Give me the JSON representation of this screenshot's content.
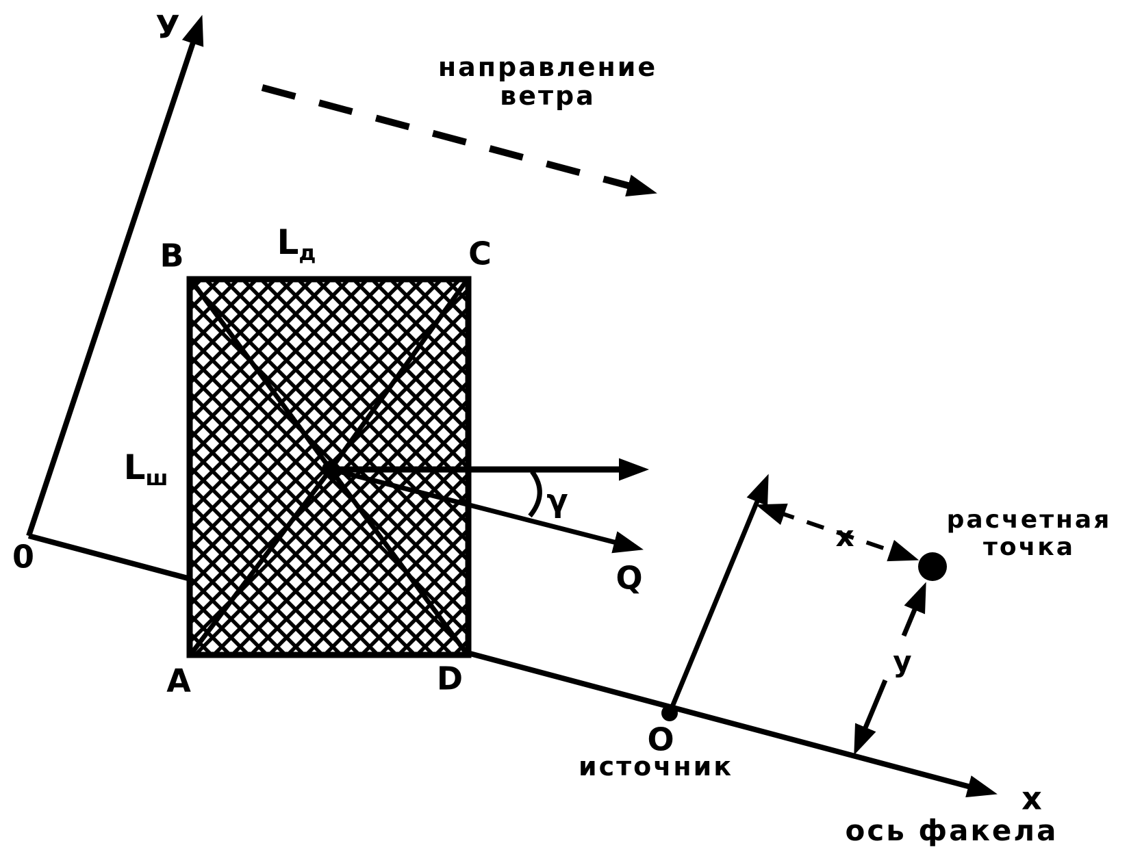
{
  "colors": {
    "ink": "#000000",
    "paper": "#ffffff"
  },
  "axes": {
    "y_axis_label": "У",
    "origin_label": "0",
    "plume_axis_label": "x",
    "plume_axis_caption": "ось факела"
  },
  "wind": {
    "line1": "направление",
    "line2": "ветра"
  },
  "building": {
    "corner_top_left": "B",
    "corner_top_right": "C",
    "corner_bottom_left": "A",
    "corner_bottom_right": "D",
    "length_symbol": "L",
    "length_subscript": "д",
    "width_symbol": "L",
    "width_subscript": "ш"
  },
  "angle": {
    "gamma_label": "γ",
    "q_label": "Q"
  },
  "source": {
    "point_label": "O",
    "caption": "источник"
  },
  "calc_point": {
    "line1": "расчетная",
    "line2": "точка",
    "x_dim_label": "x",
    "y_dim_label": "y"
  }
}
